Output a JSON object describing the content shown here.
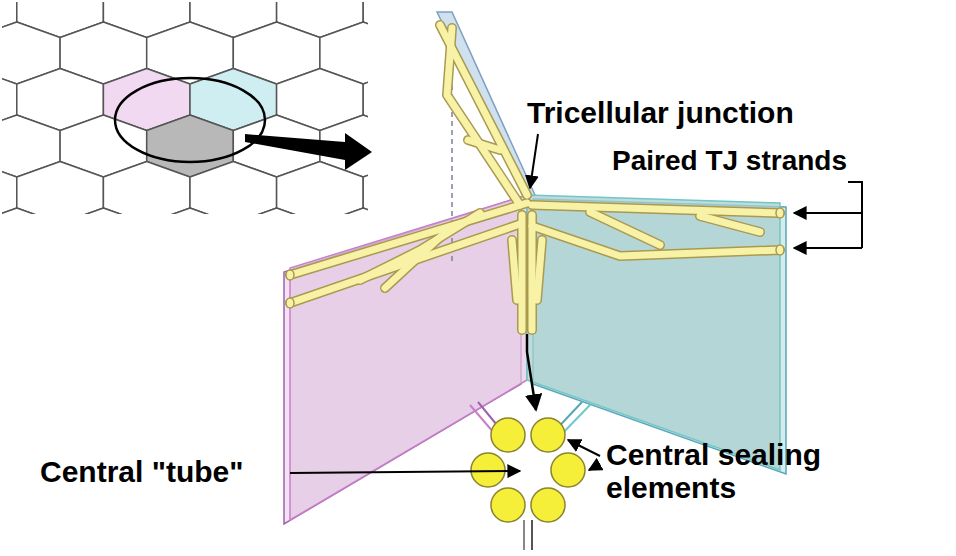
{
  "diagram": {
    "labels": [
      "Tricellular junction",
      "Paired TJ strands",
      "Central \"tube\"",
      "Central sealing elements"
    ]
  }
}
